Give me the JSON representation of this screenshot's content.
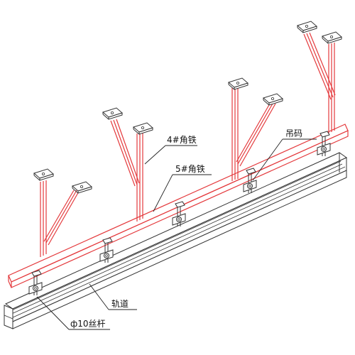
{
  "labels": {
    "angle_iron_4": "4#角铁",
    "angle_iron_5": "5#角铁",
    "hanger_clip": "吊码",
    "track": "轨道",
    "rod": "ф10丝杆"
  },
  "colors": {
    "frame": "#e4393c",
    "line": "#333333",
    "leader": "#222222"
  }
}
